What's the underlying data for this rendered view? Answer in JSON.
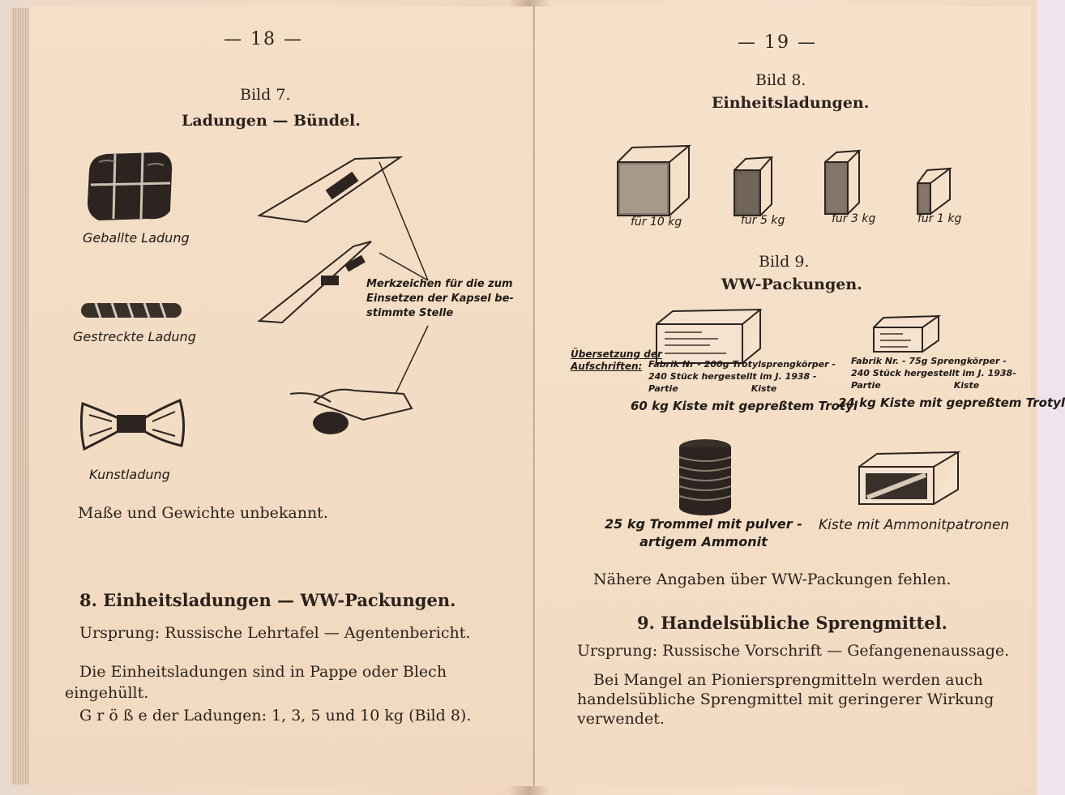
{
  "left_page": {
    "page_number": "— 18 —",
    "figure_title": "Bild 7.",
    "figure_caption": "Ladungen — Bündel.",
    "labels": {
      "geballte": "Geballte Ladung",
      "gestreckte": "Gestreckte Ladung",
      "kunst": "Kunstladung",
      "merkzeichen_1": "Merkzeichen für die zum",
      "merkzeichen_2": "Einsetzen der Kapsel be-",
      "merkzeichen_3": "stimmte Stelle"
    },
    "note": "Maße und Gewichte unbekannt.",
    "section_heading": "8. Einheitsladungen — WW-Packungen.",
    "origin": "Ursprung: Russische Lehrtafel — Agentenbericht.",
    "para1_line1": "Die Einheitsladungen sind in Pappe oder Blech",
    "para1_line2": "eingehüllt.",
    "para2": "G r ö ß e der Ladungen: 1, 3, 5 und 10 kg (Bild 8)."
  },
  "right_page": {
    "page_number": "— 19 —",
    "figure8_title": "Bild 8.",
    "figure8_caption": "Einheitsladungen.",
    "boxes": [
      "für 10 kg",
      "für 5 kg",
      "für 3 kg",
      "für 1 kg"
    ],
    "figure9_title": "Bild 9.",
    "figure9_caption": "WW-Packungen.",
    "uebersetzung_1": "Übersetzung der",
    "uebersetzung_2": "Aufschriften:",
    "crate1_line1": "Fabrik Nr - 200g Trotylsprengkörper -",
    "crate1_line2": "240 Stück hergestellt im J. 1938 -",
    "crate1_line3a": "Partie",
    "crate1_line3b": "Kiste",
    "crate1_label": "60 kg Kiste mit gepreßtem Trotyl",
    "crate2_line1": "Fabrik Nr. - 75g Sprengkörper -",
    "crate2_line2": "240 Stück hergestellt im J. 1938-",
    "crate2_line3a": "Partie",
    "crate2_line3b": "Kiste",
    "crate2_label": "24 kg Kiste mit gepreßtem Trotyl",
    "drum_label_1": "25 kg Trommel mit pulver -",
    "drum_label_2": "artigem Ammonit",
    "ammonit_label": "Kiste mit Ammonitpatronen",
    "note": "Nähere Angaben über WW-Packungen fehlen.",
    "section_heading": "9. Handelsübliche Sprengmittel.",
    "origin": "Ursprung: Russische Vorschrift — Gefangenenaussage.",
    "para_line1": "Bei Mangel an Pioniersprengmitteln werden auch",
    "para_line2": "handelsübliche Sprengmittel mit geringerer Wirkung",
    "para_line3": "verwendet."
  }
}
